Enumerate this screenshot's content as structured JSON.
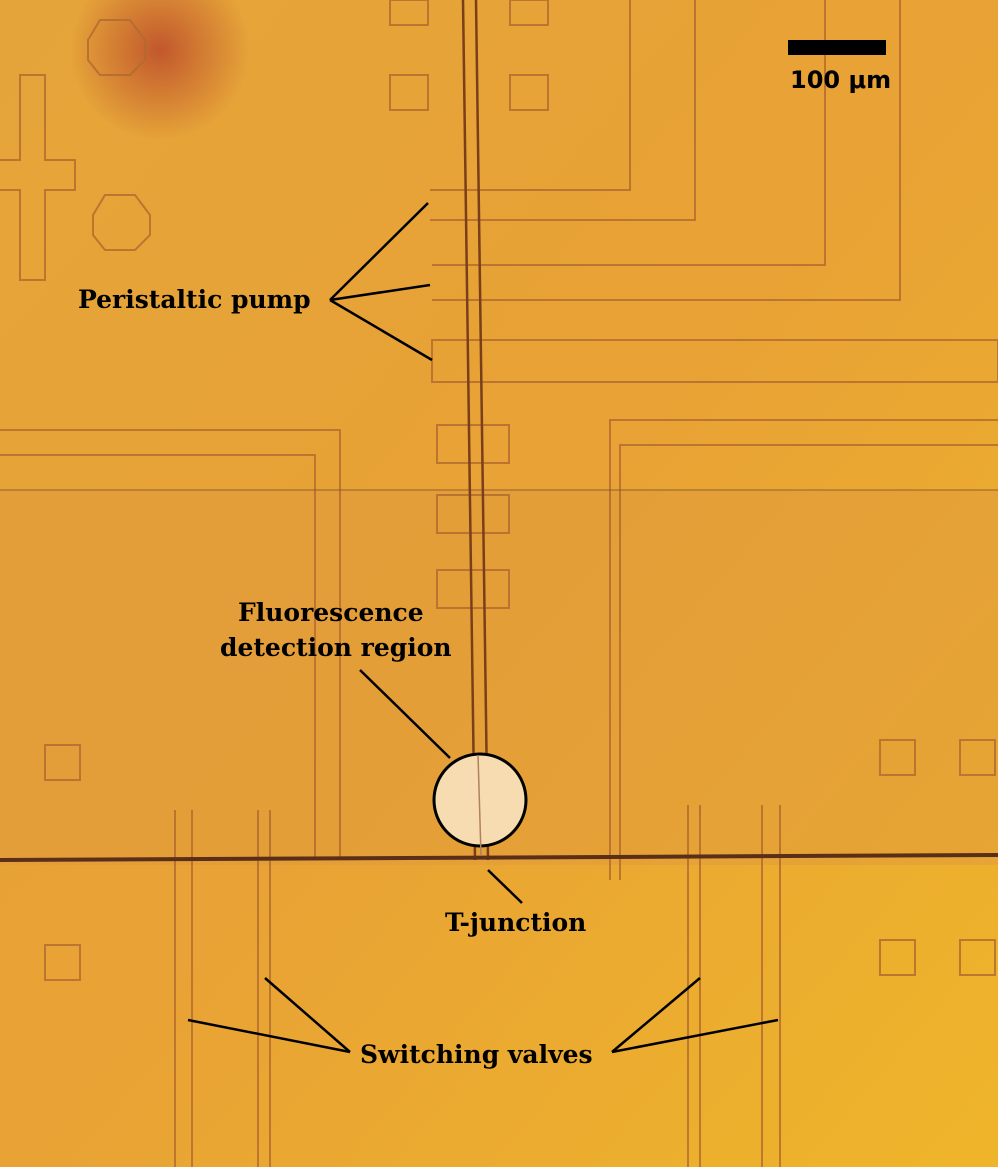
{
  "scale_bar": {
    "label": "100 μm"
  },
  "labels": {
    "peristaltic_pump": "Peristaltic pump",
    "fluorescence_line1": "Fluorescence",
    "fluorescence_line2": "detection region",
    "t_junction": "T-junction",
    "switching_valves": "Switching valves"
  },
  "colors": {
    "background": "#e8a32c",
    "channel": "#a0602a",
    "highlight": "#f6dcb0"
  }
}
